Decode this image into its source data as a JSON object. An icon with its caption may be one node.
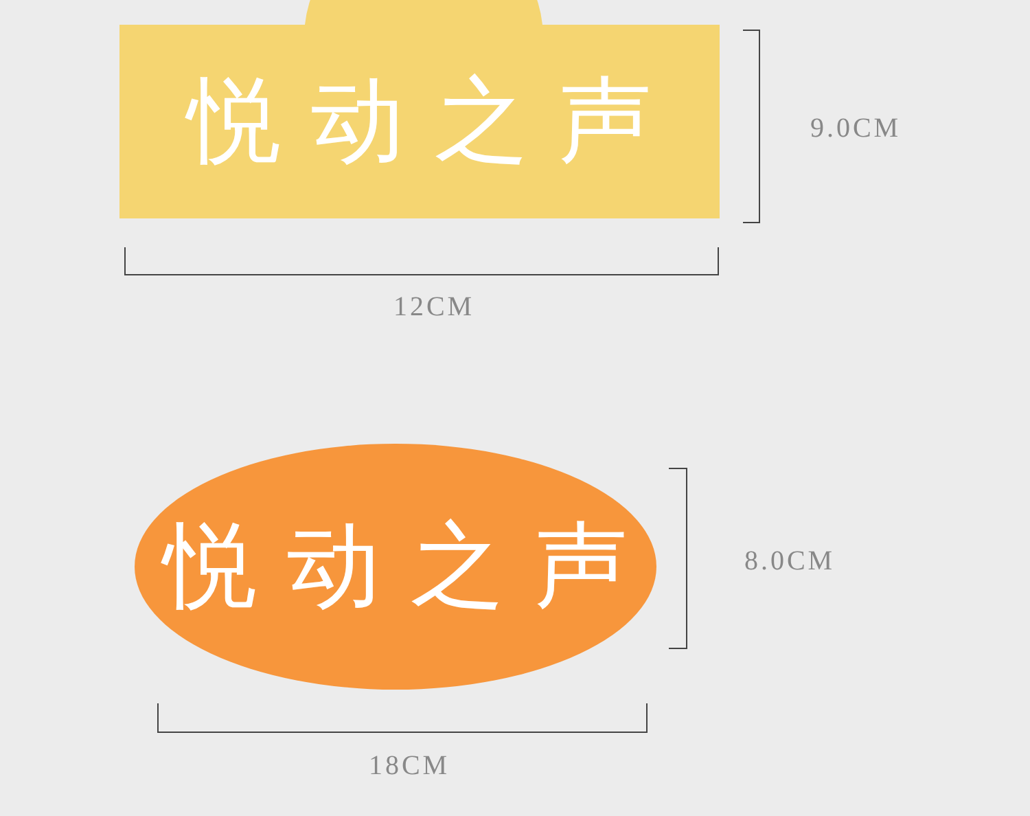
{
  "diagram": {
    "nodes": [
      {
        "text": [
          "悦动之声"
        ]
      },
      {
        "text": [
          "悦动之声"
        ]
      }
    ],
    "labels": [
      "9.0CM",
      "12CM",
      "8.0CM",
      "18CM"
    ]
  }
}
